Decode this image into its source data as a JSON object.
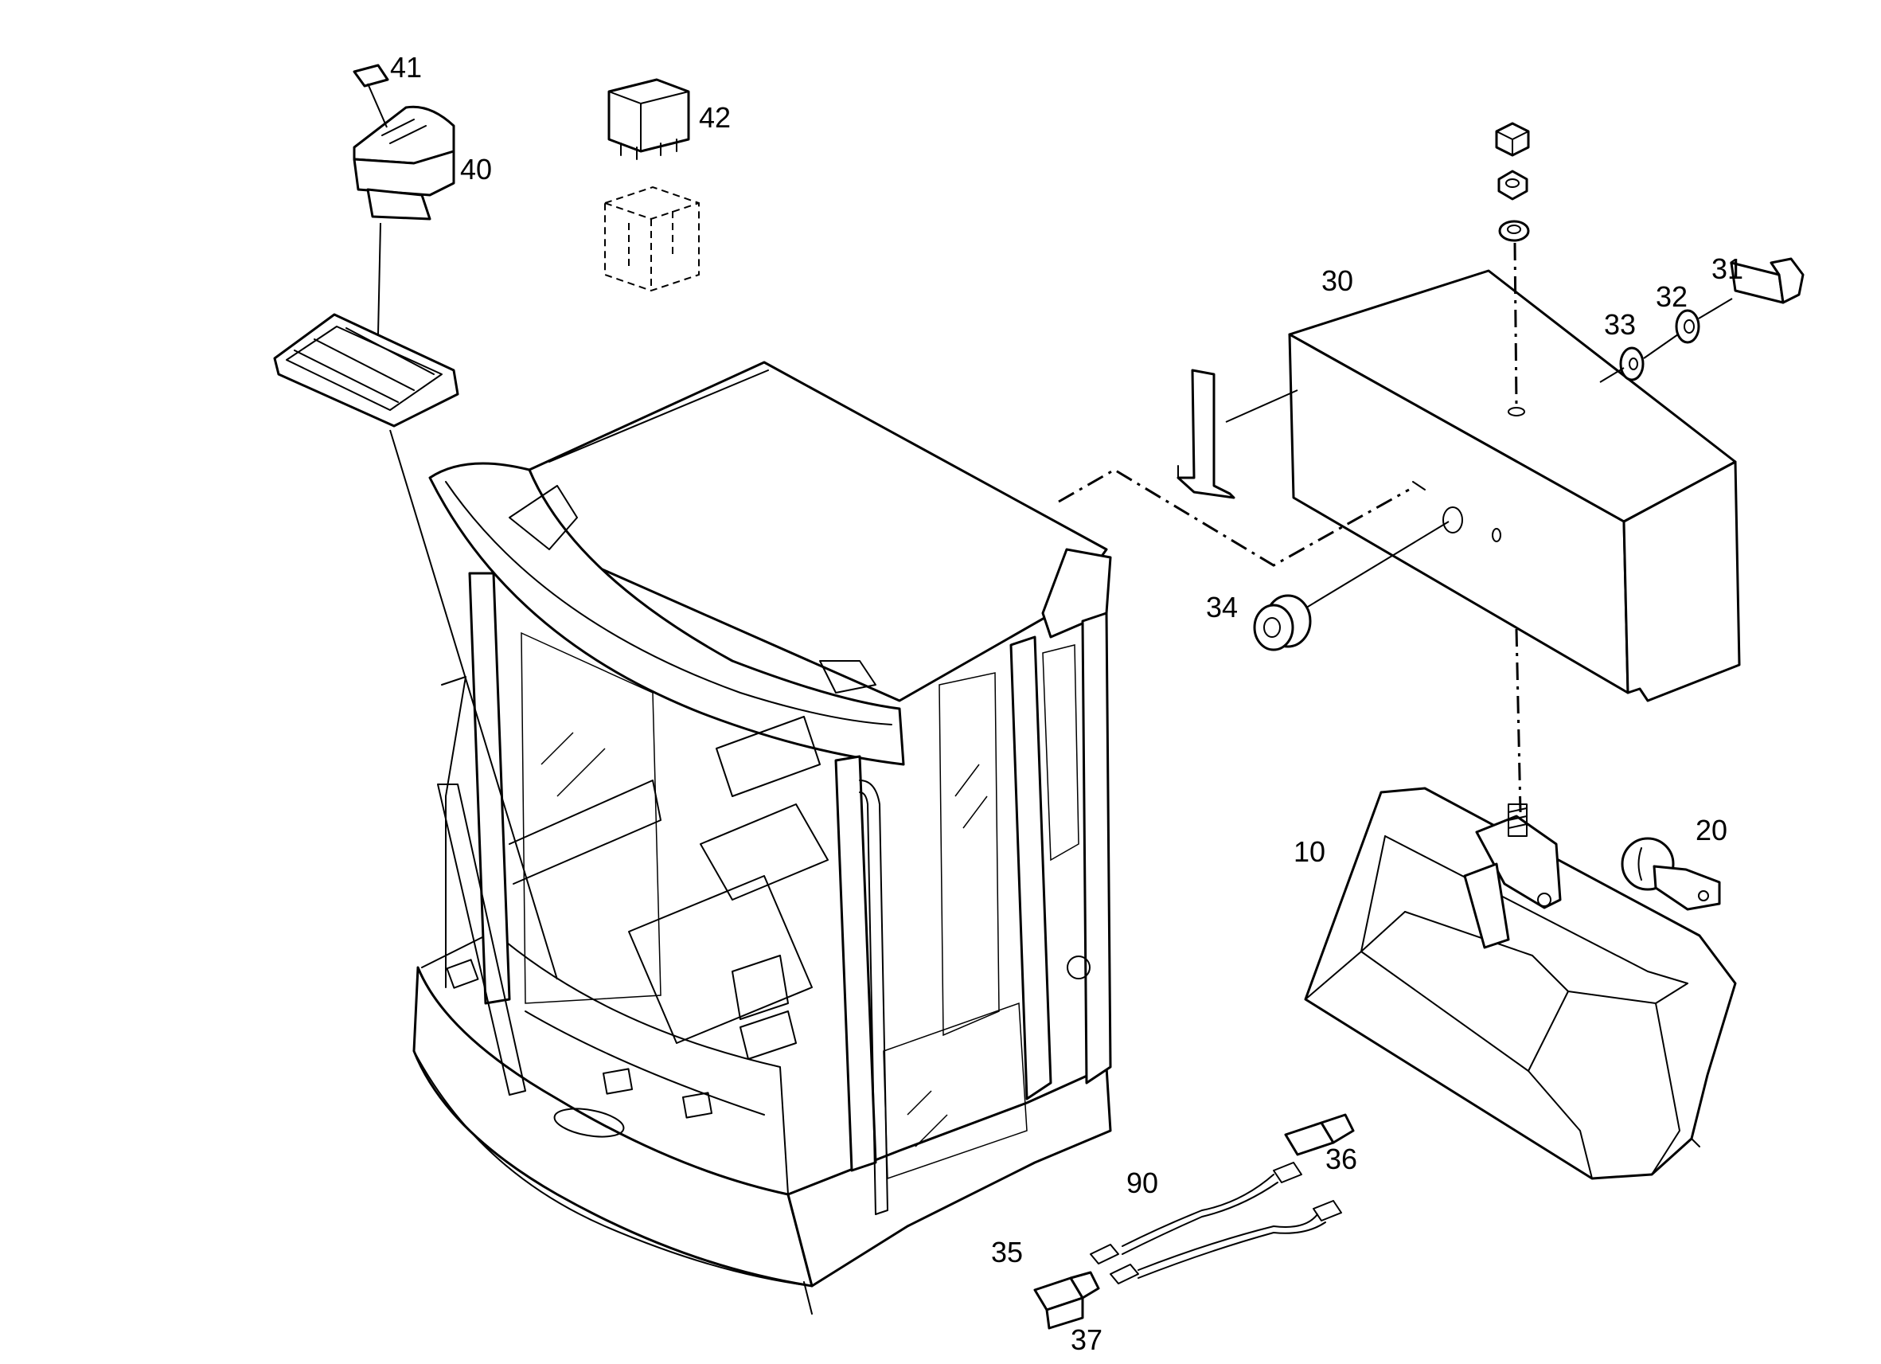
{
  "diagram": {
    "callouts": {
      "p10": "10",
      "p20": "20",
      "p30": "30",
      "p31": "31",
      "p32": "32",
      "p33": "33",
      "p34": "34",
      "p35": "35",
      "p36": "36",
      "p37": "37",
      "p40": "40",
      "p41": "41",
      "p42": "42",
      "p90": "90"
    },
    "colors": {
      "line": "#000000",
      "background": "#ffffff"
    }
  }
}
